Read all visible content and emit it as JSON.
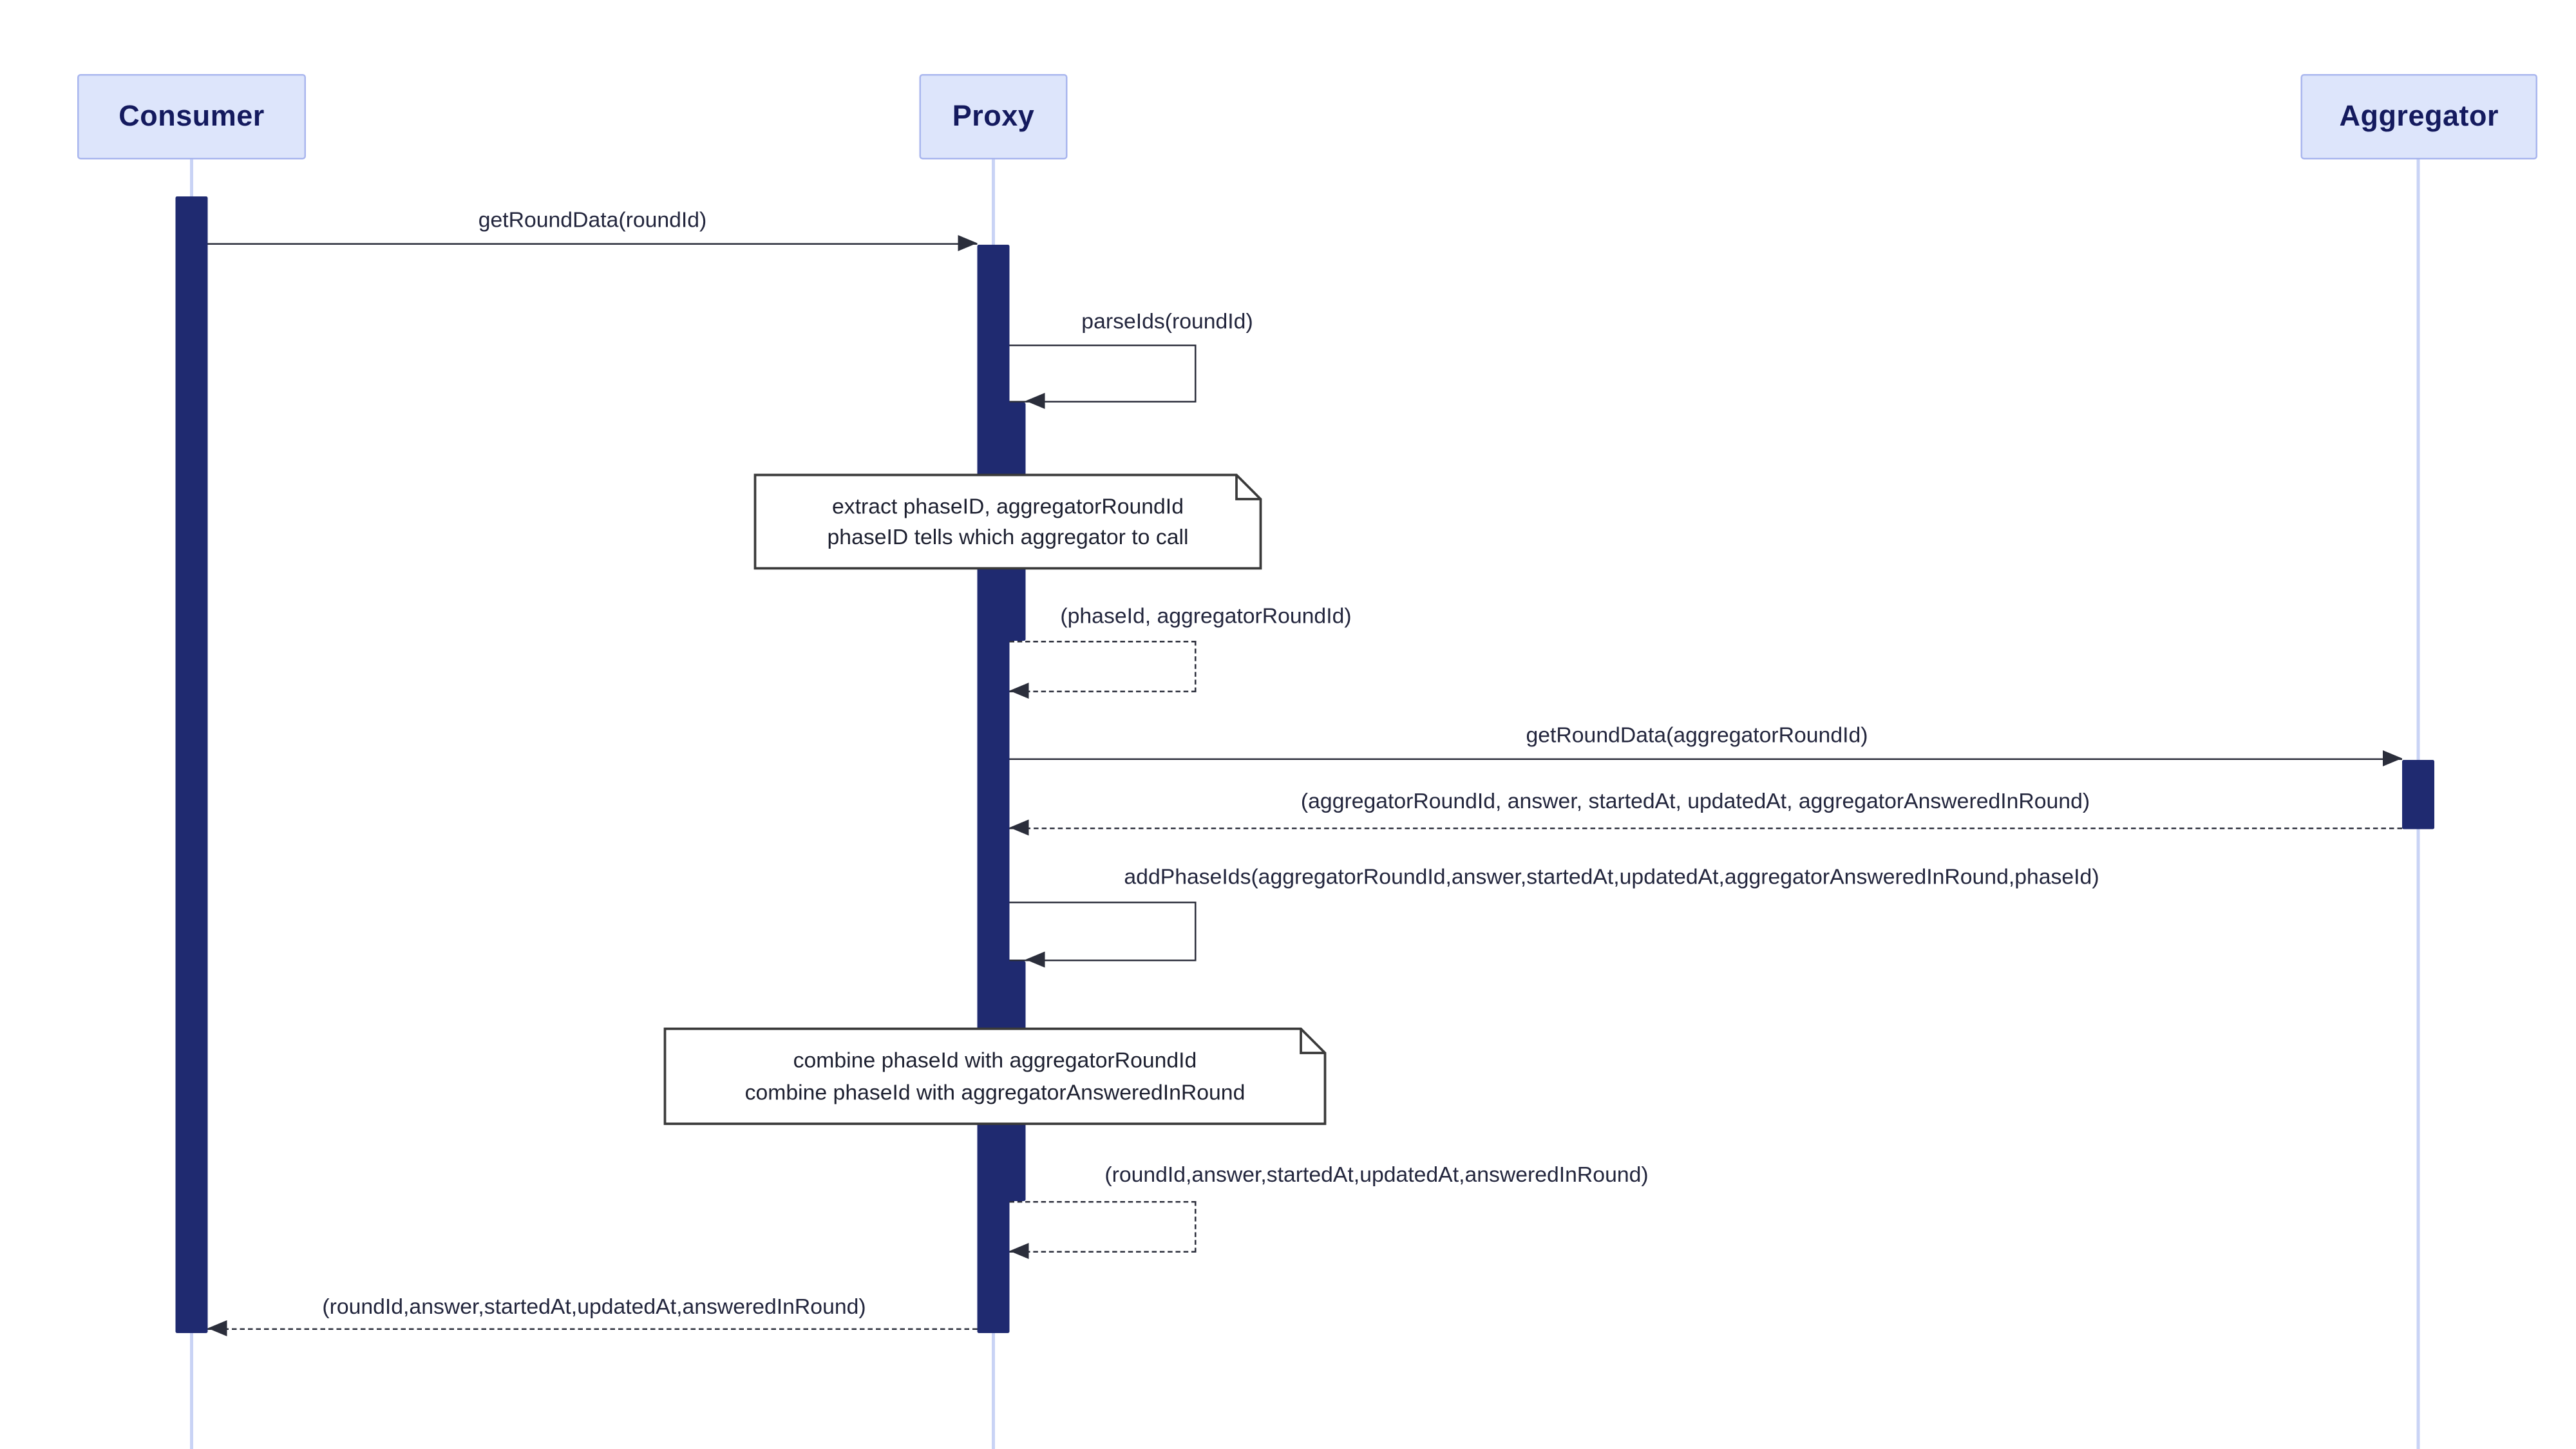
{
  "colors": {
    "background": "#ffffff",
    "actor_fill": "#dde5fb",
    "actor_border": "#a9b6ee",
    "actor_text": "#141a5e",
    "activation_fill": "#1f2a70",
    "arrow": "#2b2e3b",
    "label_text": "#23263d",
    "lifeline": "#c9d3f5",
    "note_fill": "#ffffff",
    "note_border": "#3a3a3a",
    "note_text": "#1d2030"
  },
  "actors": [
    {
      "label": "Consumer"
    },
    {
      "label": "Proxy"
    },
    {
      "label": "Aggregator"
    }
  ],
  "messages": [
    {
      "label": "getRoundData(roundId)",
      "type": "solid",
      "from": "Consumer",
      "to": "Proxy"
    },
    {
      "label": "parseIds(roundId)",
      "type": "solid-self",
      "actor": "Proxy"
    },
    {
      "label": "(phaseId, aggregatorRoundId)",
      "type": "dashed-self",
      "actor": "Proxy"
    },
    {
      "label": "getRoundData(aggregatorRoundId)",
      "type": "solid",
      "from": "Proxy",
      "to": "Aggregator"
    },
    {
      "label": "(aggregatorRoundId, answer, startedAt, updatedAt, aggregatorAnsweredInRound)",
      "type": "dashed",
      "from": "Aggregator",
      "to": "Proxy"
    },
    {
      "label": "addPhaseIds(aggregatorRoundId,answer,startedAt,updatedAt,aggregatorAnsweredInRound,phaseId)",
      "type": "solid-self",
      "actor": "Proxy"
    },
    {
      "label": "(roundId,answer,startedAt,updatedAt,answeredInRound)",
      "type": "dashed-self",
      "actor": "Proxy"
    },
    {
      "label": "(roundId,answer,startedAt,updatedAt,answeredInRound)",
      "type": "dashed",
      "from": "Proxy",
      "to": "Consumer"
    }
  ],
  "notes": [
    {
      "over": "Proxy",
      "lines": [
        "extract phaseID, aggregatorRoundId",
        "phaseID tells which aggregator to call"
      ]
    },
    {
      "over": "Proxy",
      "lines": [
        "combine phaseId with aggregatorRoundId",
        "combine phaseId with aggregatorAnsweredInRound"
      ]
    }
  ]
}
